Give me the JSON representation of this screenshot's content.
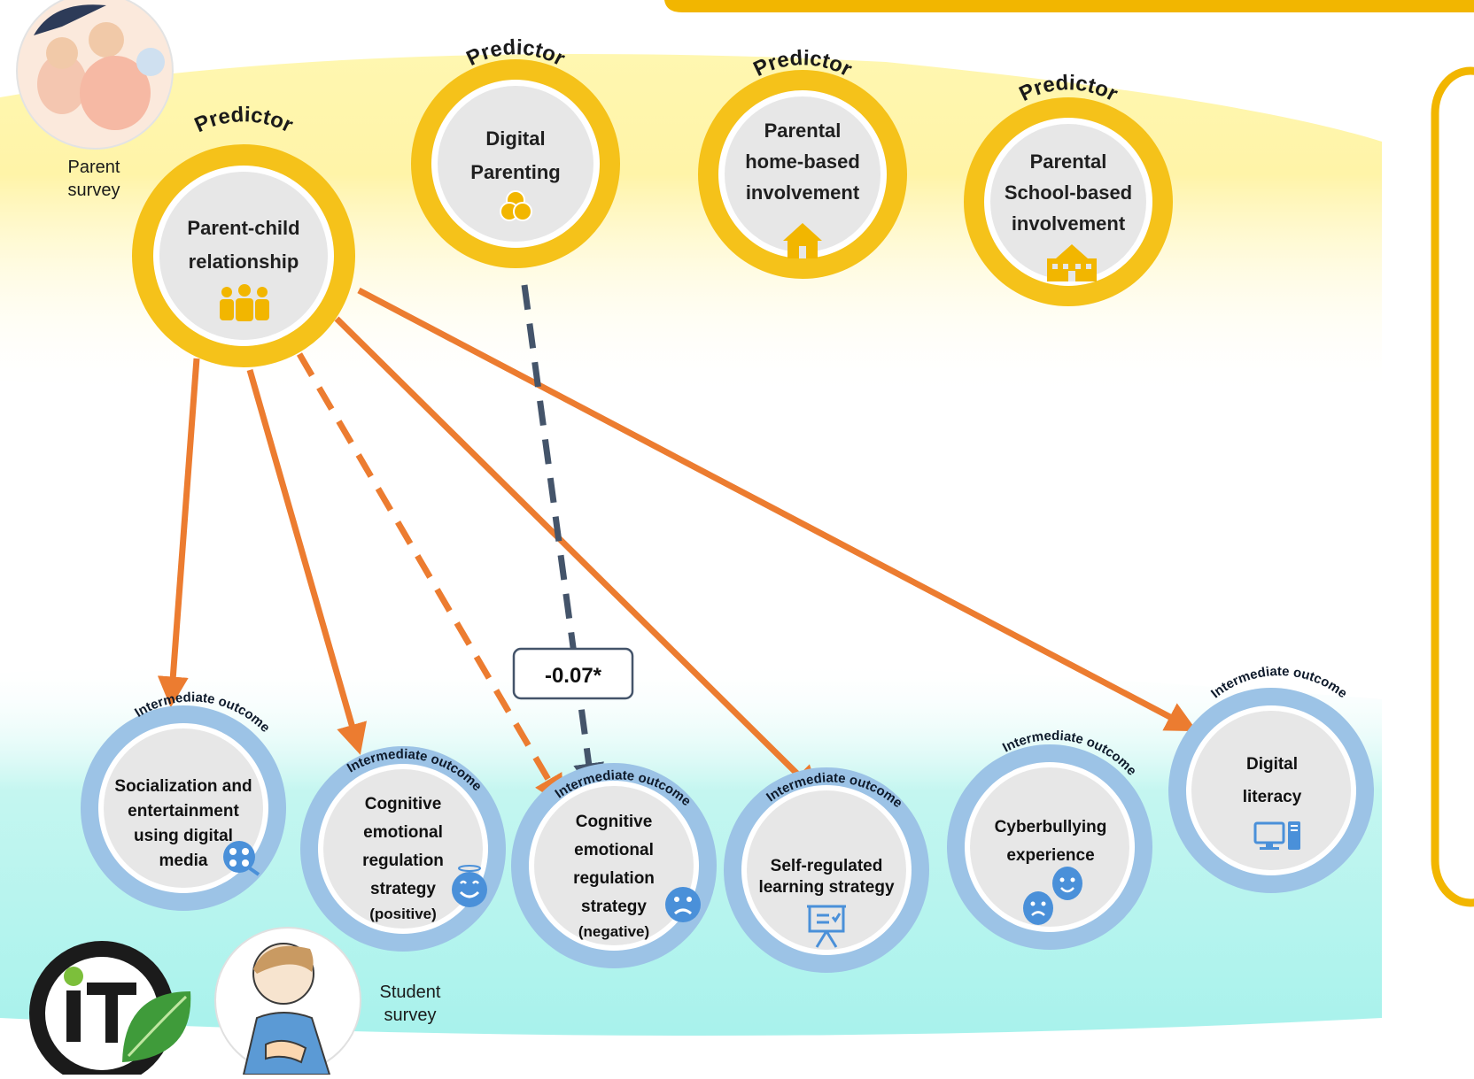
{
  "colors": {
    "gold": "#f2b600",
    "gold_ring": "#f5c21a",
    "blue_ring": "#9cc3e6",
    "blue_icon": "#4a90d9",
    "orange_arrow": "#ec7c30",
    "navy_arrow": "#44546a",
    "yellow_band": "#fff2a0",
    "cyan_band": "#aef3ee"
  },
  "labels": {
    "predictor": "Predictor",
    "intermediate": "Intermediate outcome",
    "parent_survey_1": "Parent",
    "parent_survey_2": "survey",
    "student_survey_1": "Student",
    "student_survey_2": "survey",
    "coefficient": "-0.07*"
  },
  "predictors": [
    {
      "id": "pcr",
      "lines": [
        "Parent-child",
        "relationship"
      ],
      "icon": "family-icon"
    },
    {
      "id": "dp",
      "lines": [
        "Digital",
        "Parenting"
      ],
      "icon": "venn-icon"
    },
    {
      "id": "phi",
      "lines": [
        "Parental",
        "home-based",
        "involvement"
      ],
      "icon": "house-icon"
    },
    {
      "id": "psi",
      "lines": [
        "Parental",
        "School-based",
        "involvement"
      ],
      "icon": "school-icon"
    }
  ],
  "outcomes": [
    {
      "id": "soc",
      "lines": [
        "Socialization and",
        "entertainment",
        "using digital",
        "media"
      ],
      "icon": "film-reel-icon"
    },
    {
      "id": "cerp",
      "lines": [
        "Cognitive",
        "emotional",
        "regulation",
        "strategy",
        "(positive)"
      ],
      "icon": "smile-face-icon"
    },
    {
      "id": "cern",
      "lines": [
        "Cognitive",
        "emotional",
        "regulation",
        "strategy",
        "(negative)"
      ],
      "icon": "sad-face-icon"
    },
    {
      "id": "srl",
      "lines": [
        "Self-regulated",
        "learning strategy"
      ],
      "icon": "presentation-board-icon"
    },
    {
      "id": "cyb",
      "lines": [
        "Cyberbullying",
        "experience"
      ],
      "icon": "theater-masks-icon"
    },
    {
      "id": "dl",
      "lines": [
        "Digital",
        "literacy"
      ],
      "icon": "computer-icon"
    }
  ],
  "paths": [
    {
      "from": "pcr",
      "to": "soc",
      "style": "solid",
      "color": "orange"
    },
    {
      "from": "pcr",
      "to": "cerp",
      "style": "solid",
      "color": "orange"
    },
    {
      "from": "pcr",
      "to": "cern",
      "style": "dashed",
      "color": "orange"
    },
    {
      "from": "pcr",
      "to": "srl",
      "style": "solid",
      "color": "orange"
    },
    {
      "from": "pcr",
      "to": "dl",
      "style": "solid",
      "color": "orange"
    },
    {
      "from": "dp",
      "to": "cern",
      "style": "dashed",
      "color": "navy"
    }
  ]
}
